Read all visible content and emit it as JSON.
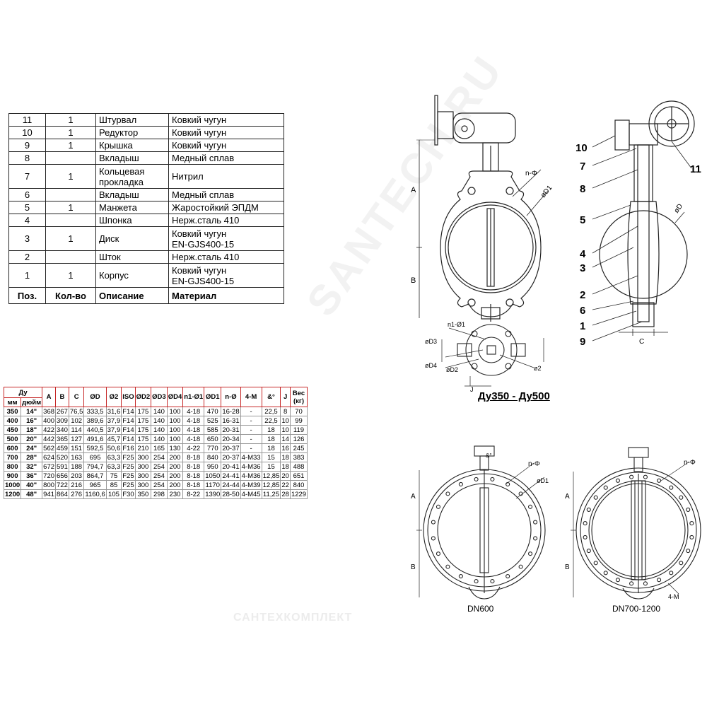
{
  "parts": {
    "rows": [
      {
        "pos": "11",
        "qty": "1",
        "desc": "Штурвал",
        "mat": "Ковкий чугун",
        "tall": false
      },
      {
        "pos": "10",
        "qty": "1",
        "desc": "Редуктор",
        "mat": "Ковкий чугун",
        "tall": false
      },
      {
        "pos": "9",
        "qty": "1",
        "desc": "Крышка",
        "mat": "Ковкий чугун",
        "tall": false
      },
      {
        "pos": "8",
        "qty": "",
        "desc": "Вкладыш",
        "mat": "Медный сплав",
        "tall": false
      },
      {
        "pos": "7",
        "qty": "1",
        "desc": "Кольцевая\nпрокладка",
        "mat": "Нитрил",
        "tall": true
      },
      {
        "pos": "6",
        "qty": "",
        "desc": "Вкладыш",
        "mat": "Медный сплав",
        "tall": false
      },
      {
        "pos": "5",
        "qty": "1",
        "desc": "Манжета",
        "mat": "Жаростойкий ЭПДМ",
        "tall": false
      },
      {
        "pos": "4",
        "qty": "",
        "desc": "Шпонка",
        "mat": "Нерж.сталь 410",
        "tall": false
      },
      {
        "pos": "3",
        "qty": "1",
        "desc": "Диск",
        "mat": "Ковкий чугун\nEN-GJS400-15",
        "tall": true
      },
      {
        "pos": "2",
        "qty": "",
        "desc": "Шток",
        "mat": "Нерж.сталь 410",
        "tall": false
      },
      {
        "pos": "1",
        "qty": "1",
        "desc": "Корпус",
        "mat": "Ковкий чугун\nEN-GJS400-15",
        "tall": true
      }
    ],
    "header": {
      "pos": "Поз.",
      "qty": "Кол-во",
      "desc": "Описание",
      "mat": "Материал"
    }
  },
  "dims": {
    "du_label": "Ду",
    "mm_label": "мм",
    "inch_label": "дюйм",
    "columns": [
      "A",
      "B",
      "C",
      "ØD",
      "Ø2",
      "ISO",
      "ØD2",
      "ØD3",
      "ØD4",
      "n1-Ø1",
      "ØD1",
      "n-Ø",
      "4-M",
      "&°",
      "J",
      "Вес\n(кг)"
    ],
    "rows": [
      [
        "350",
        "14\"",
        "368",
        "267",
        "76,5",
        "333,5",
        "31,6",
        "F14",
        "175",
        "140",
        "100",
        "4-18",
        "470",
        "16-28",
        "-",
        "22,5",
        "8",
        "70"
      ],
      [
        "400",
        "16\"",
        "400",
        "309",
        "102",
        "389,6",
        "37,9",
        "F14",
        "175",
        "140",
        "100",
        "4-18",
        "525",
        "16-31",
        "-",
        "22,5",
        "10",
        "99"
      ],
      [
        "450",
        "18\"",
        "422",
        "340",
        "114",
        "440,5",
        "37,9",
        "F14",
        "175",
        "140",
        "100",
        "4-18",
        "585",
        "20-31",
        "-",
        "18",
        "10",
        "119"
      ],
      [
        "500",
        "20\"",
        "442",
        "365",
        "127",
        "491,6",
        "45,7",
        "F14",
        "175",
        "140",
        "100",
        "4-18",
        "650",
        "20-34",
        "-",
        "18",
        "14",
        "126"
      ],
      [
        "600",
        "24\"",
        "562",
        "459",
        "151",
        "592,5",
        "50,6",
        "F16",
        "210",
        "165",
        "130",
        "4-22",
        "770",
        "20-37",
        "-",
        "18",
        "16",
        "245"
      ],
      [
        "700",
        "28\"",
        "624",
        "520",
        "163",
        "695",
        "63,3",
        "F25",
        "300",
        "254",
        "200",
        "8-18",
        "840",
        "20-37",
        "4-M33",
        "15",
        "18",
        "383"
      ],
      [
        "800",
        "32\"",
        "672",
        "591",
        "188",
        "794,7",
        "63,3",
        "F25",
        "300",
        "254",
        "200",
        "8-18",
        "950",
        "20-41",
        "4-M36",
        "15",
        "18",
        "488"
      ],
      [
        "900",
        "36\"",
        "720",
        "656",
        "203",
        "864,7",
        "75",
        "F25",
        "300",
        "254",
        "200",
        "8-18",
        "1050",
        "24-41",
        "4-M36",
        "12,85",
        "20",
        "651"
      ],
      [
        "1000",
        "40\"",
        "800",
        "722",
        "216",
        "965",
        "85",
        "F25",
        "300",
        "254",
        "200",
        "8-18",
        "1170",
        "24-44",
        "4-M39",
        "12,85",
        "22",
        "840"
      ],
      [
        "1200",
        "48\"",
        "941",
        "864",
        "276",
        "1160,6",
        "105",
        "F30",
        "350",
        "298",
        "230",
        "8-22",
        "1390",
        "28-50",
        "4-M45",
        "11,25",
        "28",
        "1229"
      ]
    ]
  },
  "drawing_labels": {
    "a": "A",
    "b": "B",
    "c": "C",
    "j": "J",
    "n_phi": "n-Φ",
    "d1": "øD1",
    "d": "øD",
    "n1_phi1": "n1-Ø1",
    "d3": "øD3",
    "d4": "øD4",
    "d2": "øD2",
    "o2": "ø2",
    "four_m": "4-M",
    "angle": "&°",
    "callouts": [
      "10",
      "7",
      "8",
      "5",
      "4",
      "3",
      "2",
      "6",
      "1",
      "9",
      "11"
    ]
  },
  "captions": {
    "range": "Ду350 - Ду500",
    "dn600": "DN600",
    "dn700": "DN700-1200"
  },
  "watermark": "САНТЕХКОМПЛЕКТ",
  "diag_watermark": "SANTECH.RU"
}
